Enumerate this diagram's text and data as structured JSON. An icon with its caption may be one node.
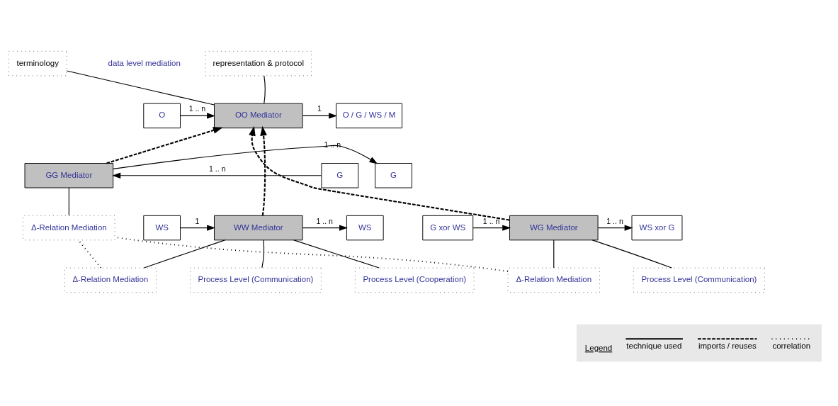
{
  "diagram": {
    "nodes": [
      {
        "text": [
          "terminology"
        ]
      },
      {
        "text": [
          "representation & protocol"
        ]
      },
      {
        "text": [
          "O"
        ]
      },
      {
        "text": [
          "OO Mediator"
        ]
      },
      {
        "text": [
          "O / G / WS / M"
        ]
      },
      {
        "text": [
          "G"
        ]
      },
      {
        "text": [
          "GG Mediator"
        ]
      },
      {
        "text": [
          "G"
        ]
      },
      {
        "text": [
          "Δ-Relation Mediation"
        ]
      },
      {
        "text": [
          "WS"
        ]
      },
      {
        "text": [
          "WW Mediator"
        ]
      },
      {
        "text": [
          "WS"
        ]
      },
      {
        "text": [
          "G xor WS"
        ]
      },
      {
        "text": [
          "WG Mediator"
        ]
      },
      {
        "text": [
          "WS xor G"
        ]
      },
      {
        "text": [
          "Δ-Relation Mediation"
        ]
      },
      {
        "text": [
          "Process Level (Communication)"
        ]
      },
      {
        "text": [
          "Process Level (Cooperation)"
        ]
      },
      {
        "text": [
          "Δ-Relation Mediation"
        ]
      },
      {
        "text": [
          "Process Level (Communication)"
        ]
      }
    ],
    "edges": [
      {
        "from": 0,
        "to": 3,
        "arrow": "none"
      },
      {
        "from": 1,
        "to": 3,
        "arrow": "none"
      },
      {
        "from": 2,
        "to": 3,
        "arrow": "to",
        "label": "1 .. n"
      },
      {
        "from": 3,
        "to": 4,
        "arrow": "to",
        "label": "1"
      },
      {
        "from": 5,
        "to": 6,
        "arrow": "to",
        "label": "1 .. n"
      },
      {
        "from": 6,
        "to": 7,
        "arrow": "to",
        "label": "1 .. n"
      },
      {
        "from": 6,
        "to": 8,
        "arrow": "none"
      },
      {
        "from": 6,
        "to": 3,
        "arrow": "to",
        "style": "dashed"
      },
      {
        "from": 10,
        "to": 3,
        "arrow": "to",
        "style": "dashed"
      },
      {
        "from": 13,
        "to": 3,
        "arrow": "to",
        "style": "dashed"
      },
      {
        "from": 9,
        "to": 10,
        "arrow": "to",
        "label": "1"
      },
      {
        "from": 10,
        "to": 11,
        "arrow": "to",
        "label": "1 .. n"
      },
      {
        "from": 12,
        "to": 13,
        "arrow": "to",
        "label": "1 .. n"
      },
      {
        "from": 13,
        "to": 14,
        "arrow": "to",
        "label": "1 .. n"
      },
      {
        "from": 10,
        "to": 15,
        "arrow": "none"
      },
      {
        "from": 10,
        "to": 16,
        "arrow": "none"
      },
      {
        "from": 10,
        "to": 17,
        "arrow": "none"
      },
      {
        "from": 13,
        "to": 18,
        "arrow": "none"
      },
      {
        "from": 13,
        "to": 19,
        "arrow": "none"
      },
      {
        "from": 15,
        "to": 8,
        "arrow": "none",
        "style": "dashed"
      },
      {
        "from": 18,
        "to": 8,
        "arrow": "none",
        "style": "dashed"
      }
    ],
    "labels": [
      "data level mediation",
      "Legend"
    ],
    "legend": [
      {
        "text": "technique used"
      },
      {
        "text": "imports / reuses"
      },
      {
        "text": "correlation"
      }
    ]
  }
}
